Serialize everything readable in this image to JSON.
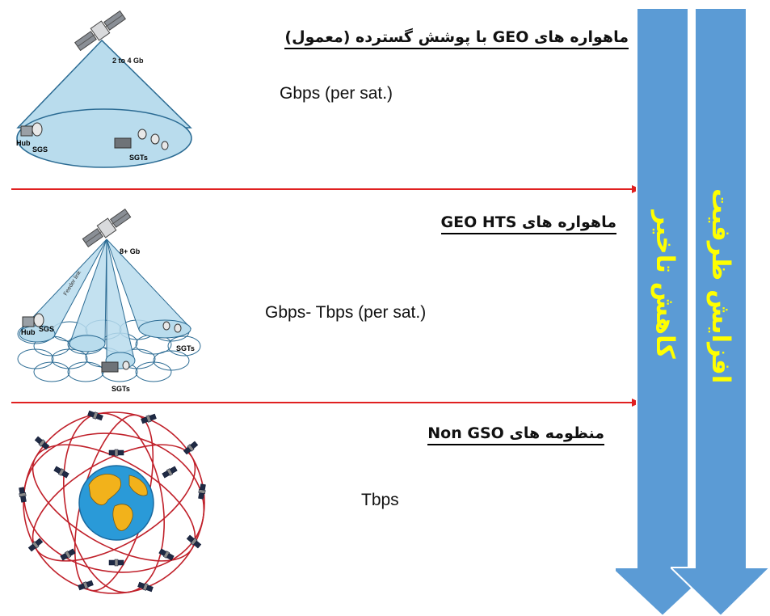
{
  "sections": [
    {
      "heading": "ماهواره های GEO با پوشش گسترده (معمول)",
      "rate": "Gbps (per sat.)",
      "figure_labels": {
        "capacity": "2 to 4 Gb",
        "hub": "Hub",
        "sgs": "SGS",
        "sgts": "SGTs"
      }
    },
    {
      "heading": "ماهواره های GEO HTS",
      "rate": "Gbps- Tbps (per sat.)",
      "figure_labels": {
        "capacity": "8+ Gb",
        "feeder": "Feeder link",
        "hub": "Hub",
        "sgs": "SGS",
        "sgts_right": "SGTs",
        "sgts_bottom": "SGTs"
      }
    },
    {
      "heading": "منظومه های Non GSO",
      "rate": "Tbps"
    }
  ],
  "arrows": {
    "latency_label": "کاهش تاخیر",
    "capacity_label": "افزایش ظرفیت"
  },
  "colors": {
    "arrow_fill": "#5b9bd5",
    "arrow_border": "#ffffff",
    "arrow_text": "#ffff00",
    "divider": "#e02020",
    "beam_fill": "#b9dced",
    "beam_stroke": "#2b6b93"
  }
}
